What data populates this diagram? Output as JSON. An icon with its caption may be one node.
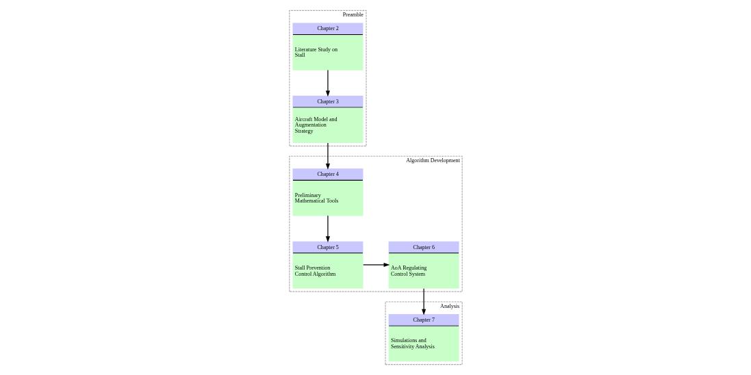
{
  "diagram": {
    "nodes": [
      {
        "text": [
          "Preamble"
        ]
      },
      {
        "text": [
          "Chapter 2",
          "Literature Study on Stall"
        ],
        "in": 0
      },
      {
        "text": [
          "Chapter 3",
          "Aircraft Model and Augmentation Strategy"
        ],
        "in": 0
      },
      {
        "text": [
          "Algorithm Development"
        ]
      },
      {
        "text": [
          "Chapter 4",
          "Preliminary Mathematical Tools"
        ],
        "in": 3
      },
      {
        "text": [
          "Chapter 5",
          "Stall Prevention Control Algorithm"
        ],
        "in": 3
      },
      {
        "text": [
          "Chapter 6",
          "AoA Regulating Control System"
        ],
        "in": 3
      },
      {
        "text": [
          "Analysis"
        ]
      },
      {
        "text": [
          "Chapter 7",
          "Simulations and Sensitivity Analysis"
        ],
        "in": 7
      }
    ],
    "edges": [
      {
        "from": 1,
        "to": 2,
        "arrow": "to"
      },
      {
        "from": 2,
        "to": 4,
        "arrow": "to"
      },
      {
        "from": 4,
        "to": 5,
        "arrow": "to"
      },
      {
        "from": 5,
        "to": 6,
        "arrow": "to"
      },
      {
        "from": 6,
        "to": 8,
        "arrow": "to"
      }
    ]
  }
}
